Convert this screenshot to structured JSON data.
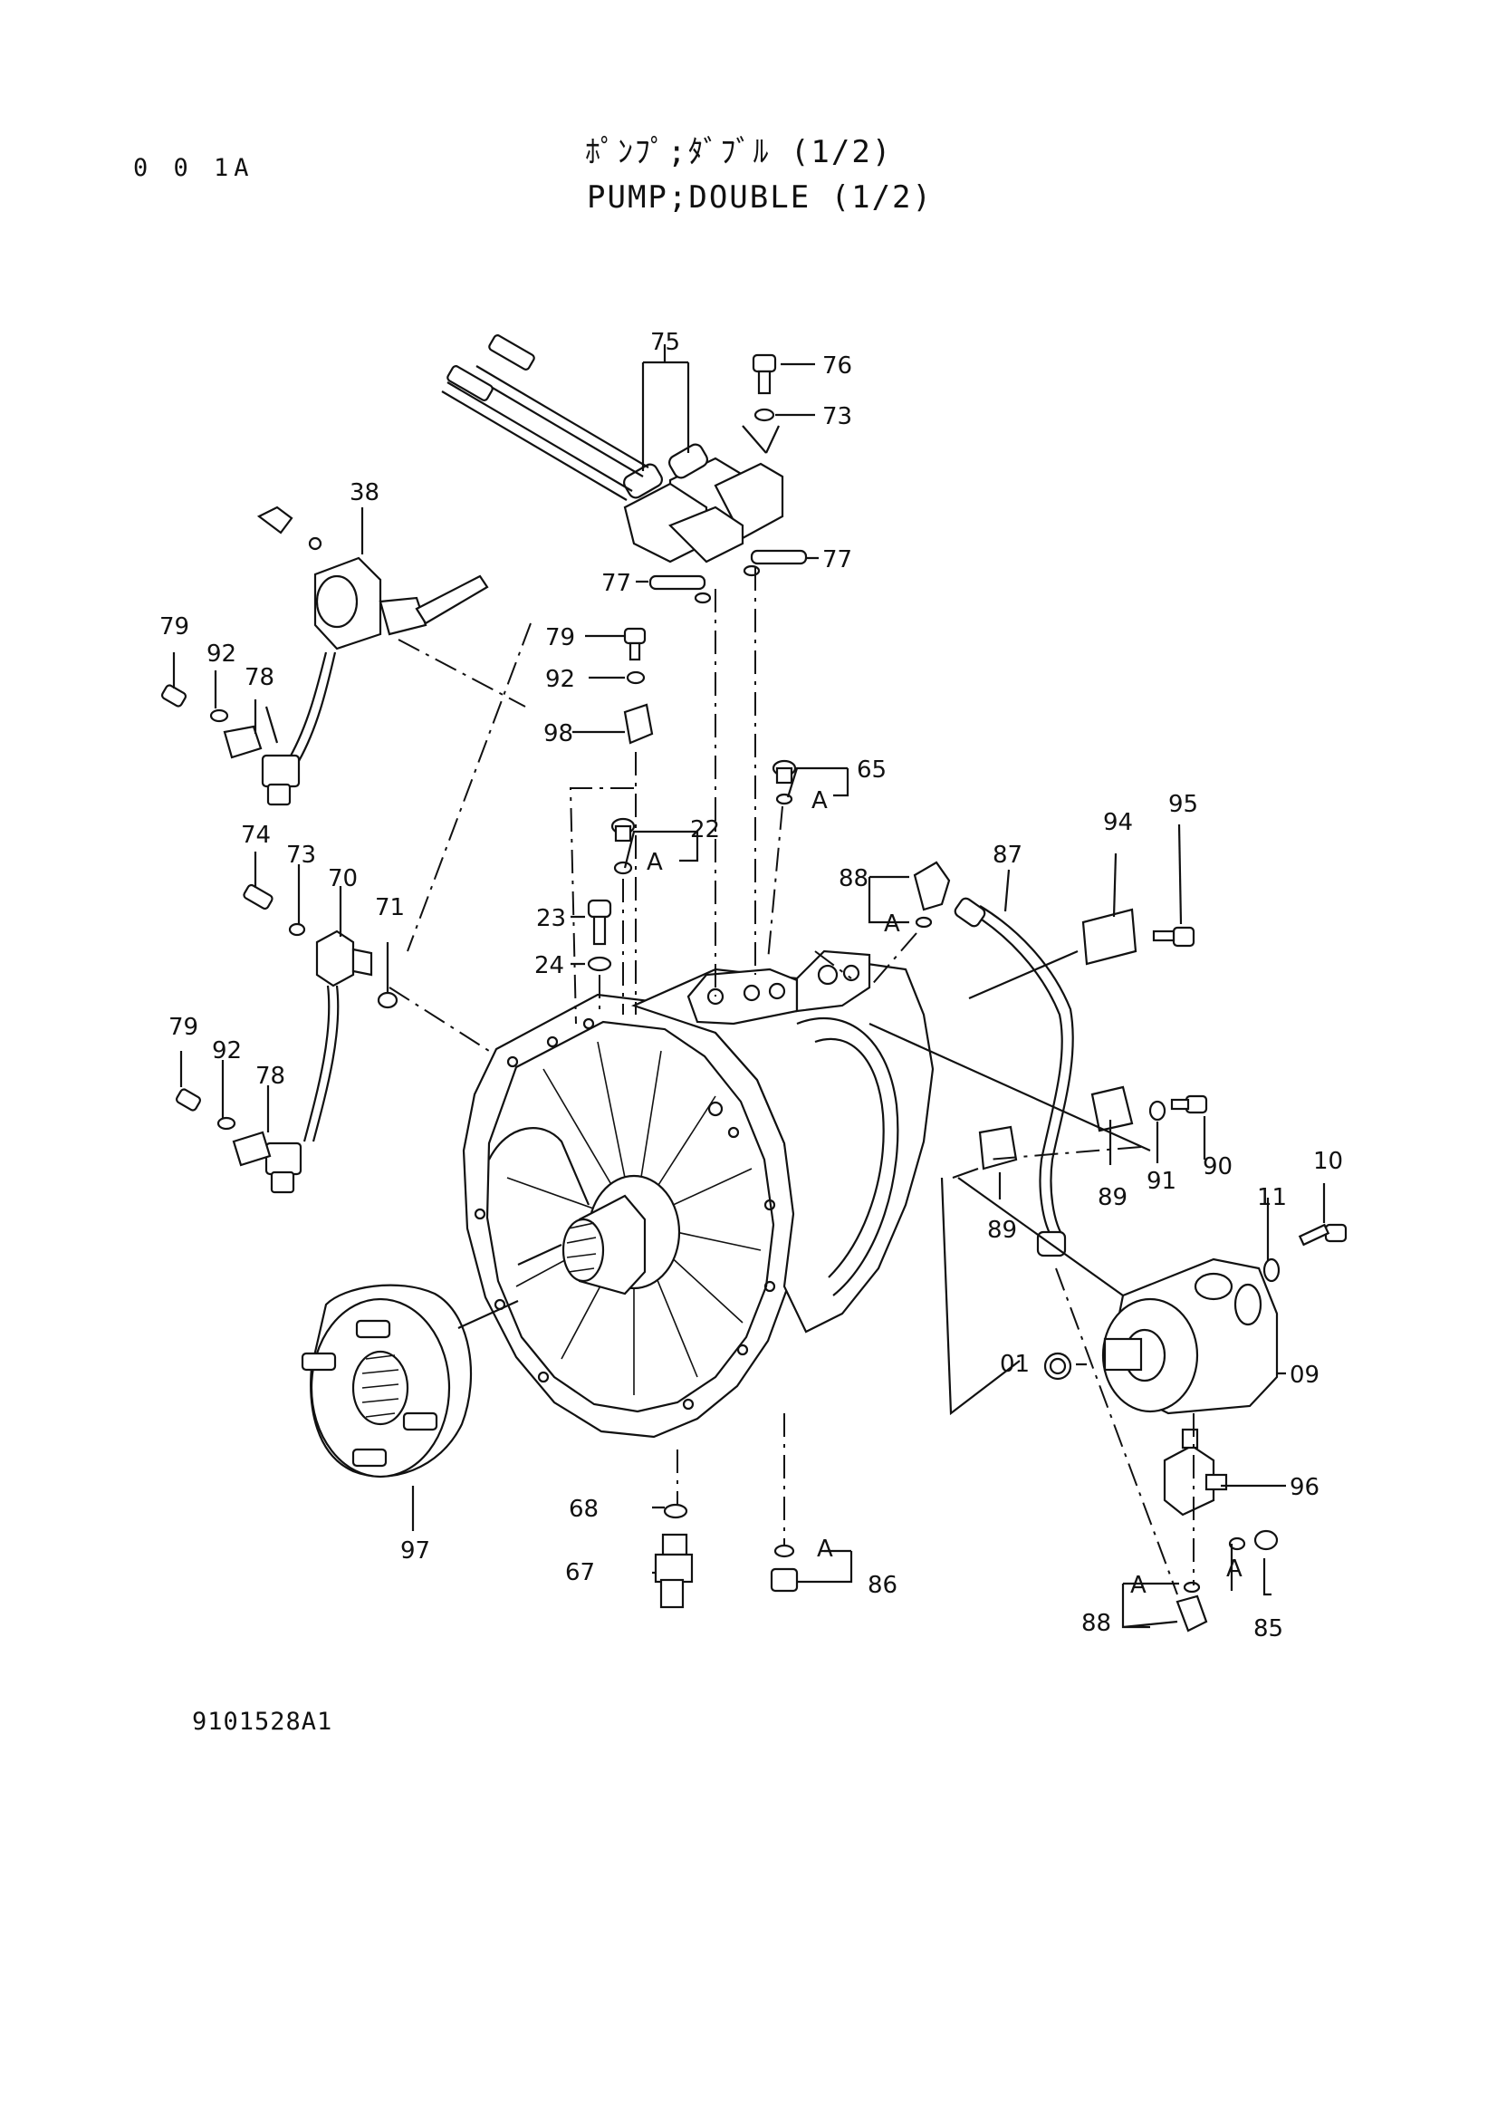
{
  "header": {
    "page_code": "0 0 1A",
    "title_jp": "ﾎﾟﾝﾌﾟ;ﾀﾞﾌﾞﾙ (1/2)",
    "title_en": "PUMP;DOUBLE (1/2)"
  },
  "footer": {
    "drawing_number": "9101528A1"
  },
  "callouts": {
    "c75": "75",
    "c76": "76",
    "c73a": "73",
    "c77a": "77",
    "c77b": "77",
    "c38": "38",
    "c79a": "79",
    "c92a": "92",
    "c78a": "78",
    "c79b": "79",
    "c92b": "92",
    "c98": "98",
    "c65": "65",
    "c22": "22",
    "c23": "23",
    "c24": "24",
    "c74": "74",
    "c73b": "73",
    "c70": "70",
    "c71": "71",
    "c79c": "79",
    "c92c": "92",
    "c78b": "78",
    "c88a": "88",
    "c87": "87",
    "c94": "94",
    "c95": "95",
    "c91": "91",
    "c90": "90",
    "c89a": "89",
    "c89b": "89",
    "c11": "11",
    "c10": "10",
    "c01": "01",
    "c09": "09",
    "c96": "96",
    "c85": "85",
    "c88b": "88",
    "c68": "68",
    "c67": "67",
    "c86": "86",
    "c97": "97"
  },
  "marks": {
    "a65": "A",
    "a22": "A",
    "a88a": "A",
    "a86": "A",
    "a85": "A",
    "a88b": "A"
  }
}
